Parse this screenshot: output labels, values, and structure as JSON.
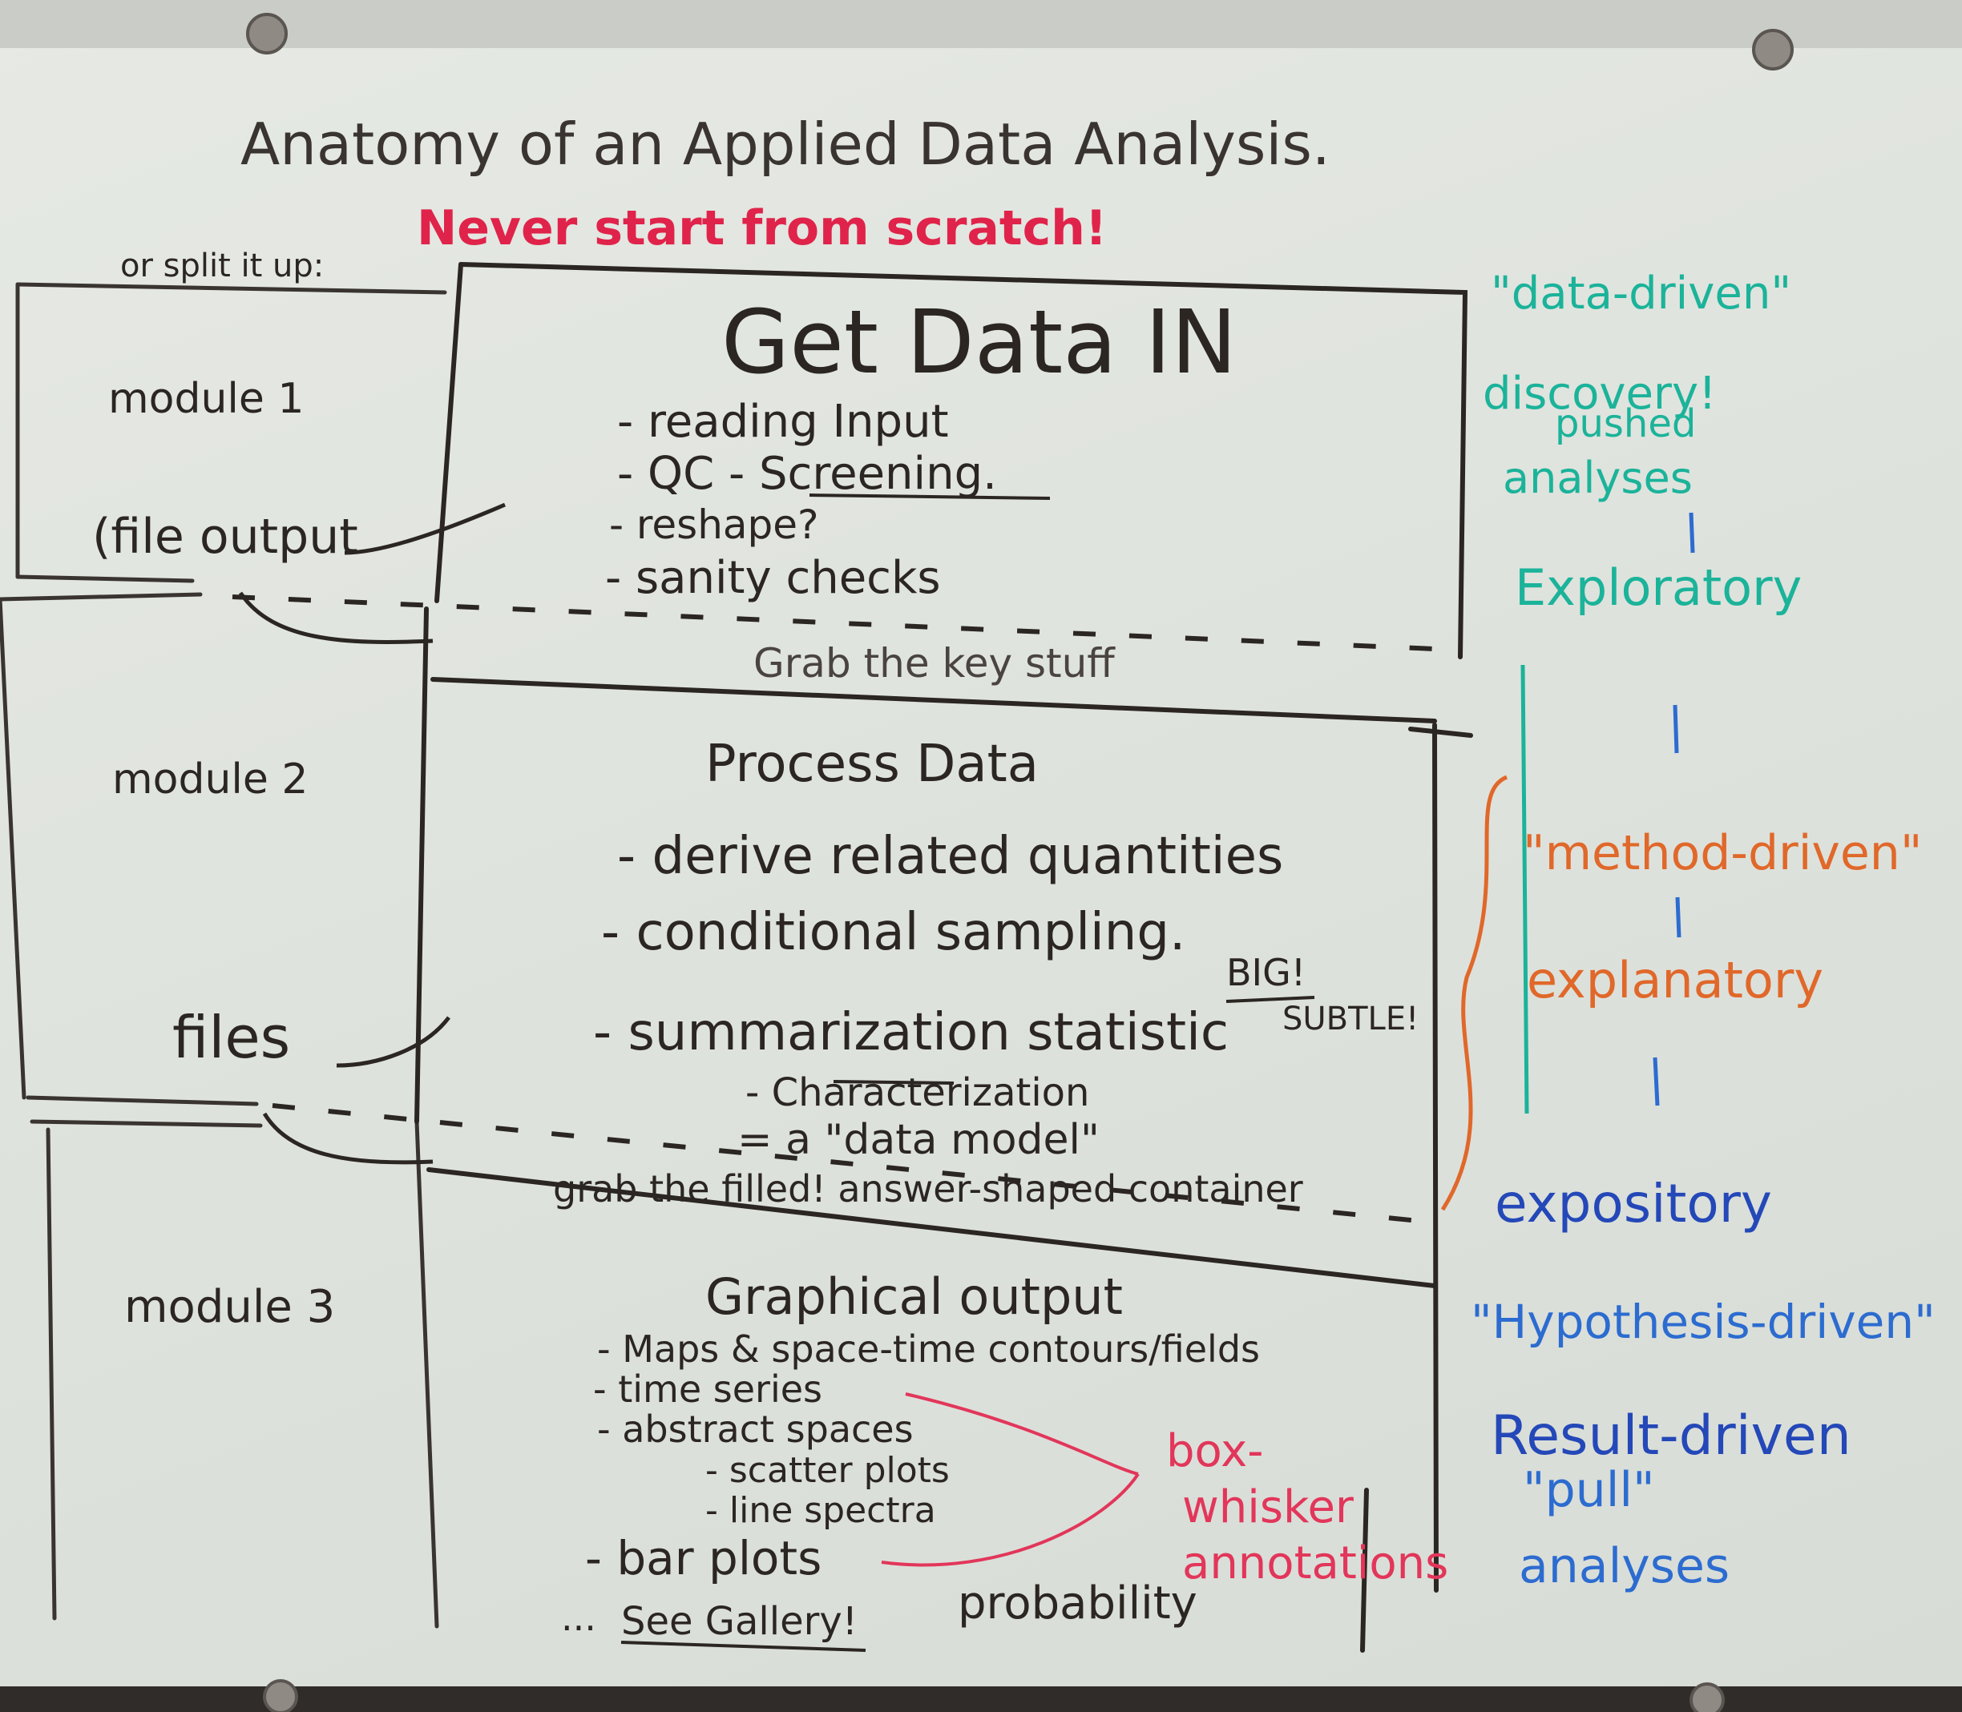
{
  "title": "Anatomy of an Applied Data Analysis.",
  "tagline": "Never start from scratch!",
  "left": {
    "split_note": "or split it up:",
    "module1": "module 1",
    "file_output": "(file output",
    "module2": "module 2",
    "files": "files",
    "module3": "module 3"
  },
  "get_data": {
    "heading": "Get Data IN",
    "items": [
      "- reading Input",
      "- QC - Screening.",
      "- reshape?",
      "- sanity checks"
    ],
    "grab": "Grab the key stuff"
  },
  "process": {
    "heading": "Process Data",
    "items": [
      "- derive related quantities",
      "- conditional sampling.",
      "- summarization statistic"
    ],
    "big": "BIG!",
    "subtle": "SUBTLE!",
    "sub1": "- Characterization",
    "sub2": "= a \"data model\"",
    "grab": "grab the filled! answer-shaped container"
  },
  "graphical": {
    "heading": "Graphical output",
    "items": [
      "- Maps & space-time contours/fields",
      "- time series",
      "- abstract spaces"
    ],
    "subitems": [
      "- scatter plots",
      "- line spectra"
    ],
    "bar": "- bar plots",
    "gallery_prefix": "...",
    "gallery": "See Gallery!",
    "probability": "probability",
    "annotation1": "box-",
    "annotation2": "whisker",
    "annotation3": "annotations"
  },
  "right": {
    "data_driven": "\"data-driven\"",
    "discovery": "discovery!",
    "pushed": "pushed",
    "analyses_push": "analyses",
    "exploratory": "Exploratory",
    "method_driven": "\"method-driven\"",
    "explanatory": "explanatory",
    "expository": "expository",
    "hypothesis": "\"Hypothesis-driven\"",
    "result": "Result-driven",
    "pull": "\"pull\"",
    "analyses_pull": "analyses"
  },
  "colors": {
    "black_ink": "#2b2622",
    "red_ink": "#e0234a",
    "teal_ink": "#1bb39a",
    "blue_ink": "#2c6cd0",
    "orange_ink": "#e0682a"
  }
}
